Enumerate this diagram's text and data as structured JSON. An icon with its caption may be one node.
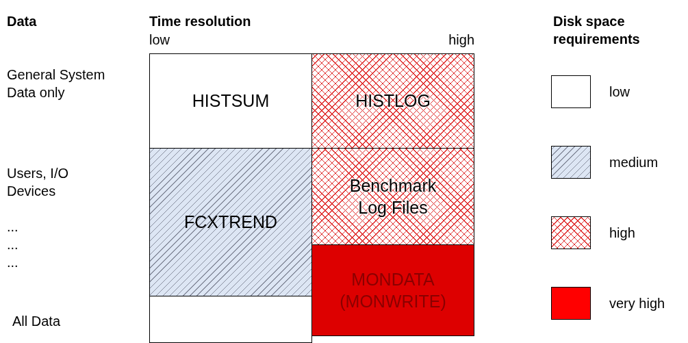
{
  "diagram": {
    "nodes": [
      {
        "text": [
          "HISTSUM"
        ]
      },
      {
        "text": [
          "HISTLOG"
        ]
      },
      {
        "text": [
          "FCXTREND"
        ]
      },
      {
        "text": [
          "Benchmark Log Files"
        ]
      },
      {
        "text": [
          "MONDATA (MONWRITE)"
        ]
      },
      {
        "text": [],
        "shape": "box"
      }
    ],
    "labels": [
      "Data",
      "Time resolution",
      "low",
      "high",
      "Disk space requirements",
      "General System Data only",
      "Users, I/O Devices",
      "... ... ...",
      "All Data"
    ],
    "legend": [
      {
        "text": "low",
        "color": "#ffffff"
      },
      {
        "text": "medium"
      },
      {
        "text": "high"
      },
      {
        "text": "very high",
        "color": "#ff0000"
      }
    ]
  }
}
